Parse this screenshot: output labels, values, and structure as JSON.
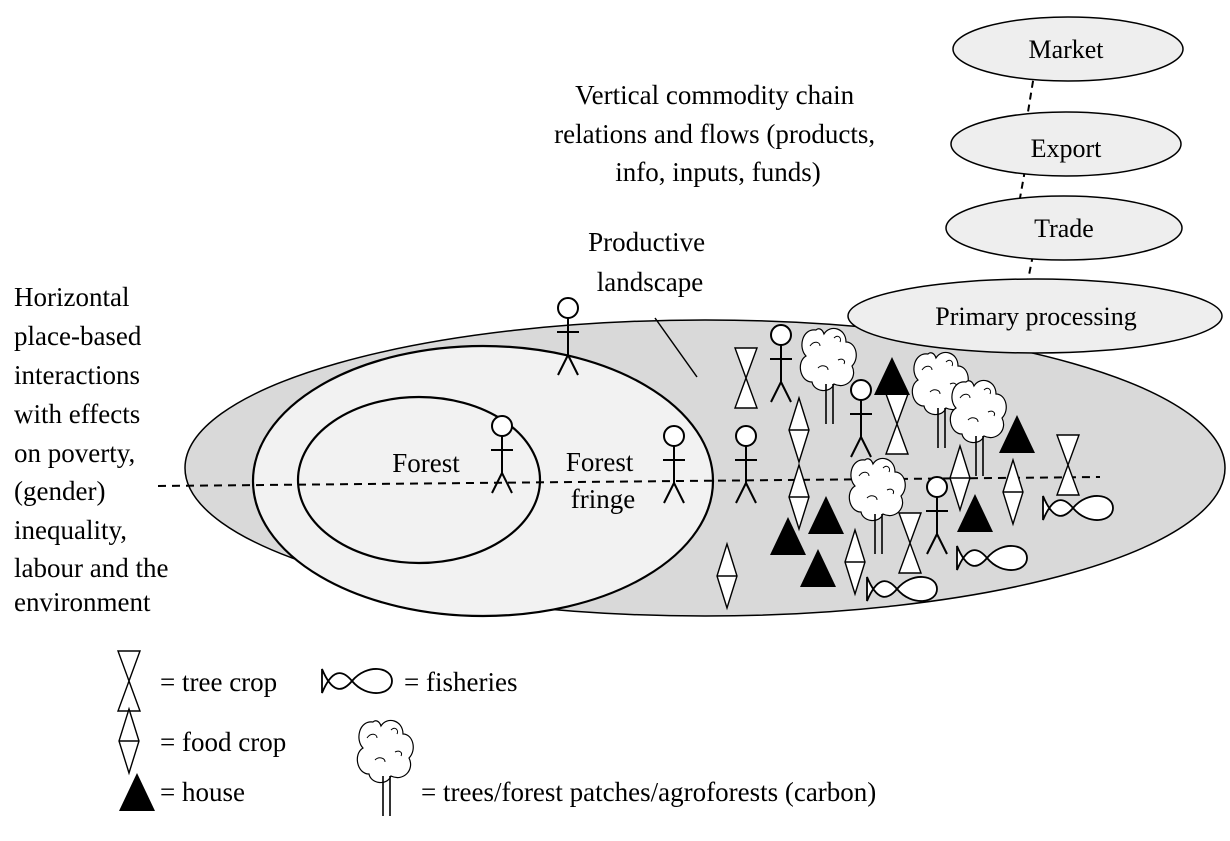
{
  "chain": {
    "title_lines": [
      "Vertical commodity chain",
      "relations and flows (products,",
      "info, inputs, funds)"
    ],
    "nodes": [
      "Market",
      "Export",
      "Trade",
      "Primary processing"
    ]
  },
  "horizontal": {
    "lines": [
      "Horizontal",
      "place-based",
      "interactions",
      "with effects",
      "on poverty,",
      "(gender)",
      "inequality,",
      "labour and the",
      "environment"
    ]
  },
  "landscape": {
    "productive_label_lines": [
      "Productive",
      "landscape"
    ],
    "forest_label": "Forest",
    "fringe_label_lines": [
      "Forest",
      "fringe"
    ]
  },
  "legend": {
    "tree_crop": "= tree crop",
    "fisheries": "= fisheries",
    "food_crop": "= food crop",
    "house": "= house",
    "trees": "= trees/forest patches/agroforests (carbon)"
  },
  "colors": {
    "outer_fill": "#d9d9d9",
    "inner_fill": "#f2f2f2",
    "node_fill": "#eeeeee",
    "ink": "#000000"
  },
  "icons": [
    "person-icon",
    "tree-crop-icon",
    "food-crop-icon",
    "house-icon",
    "fish-icon",
    "tree-icon"
  ]
}
